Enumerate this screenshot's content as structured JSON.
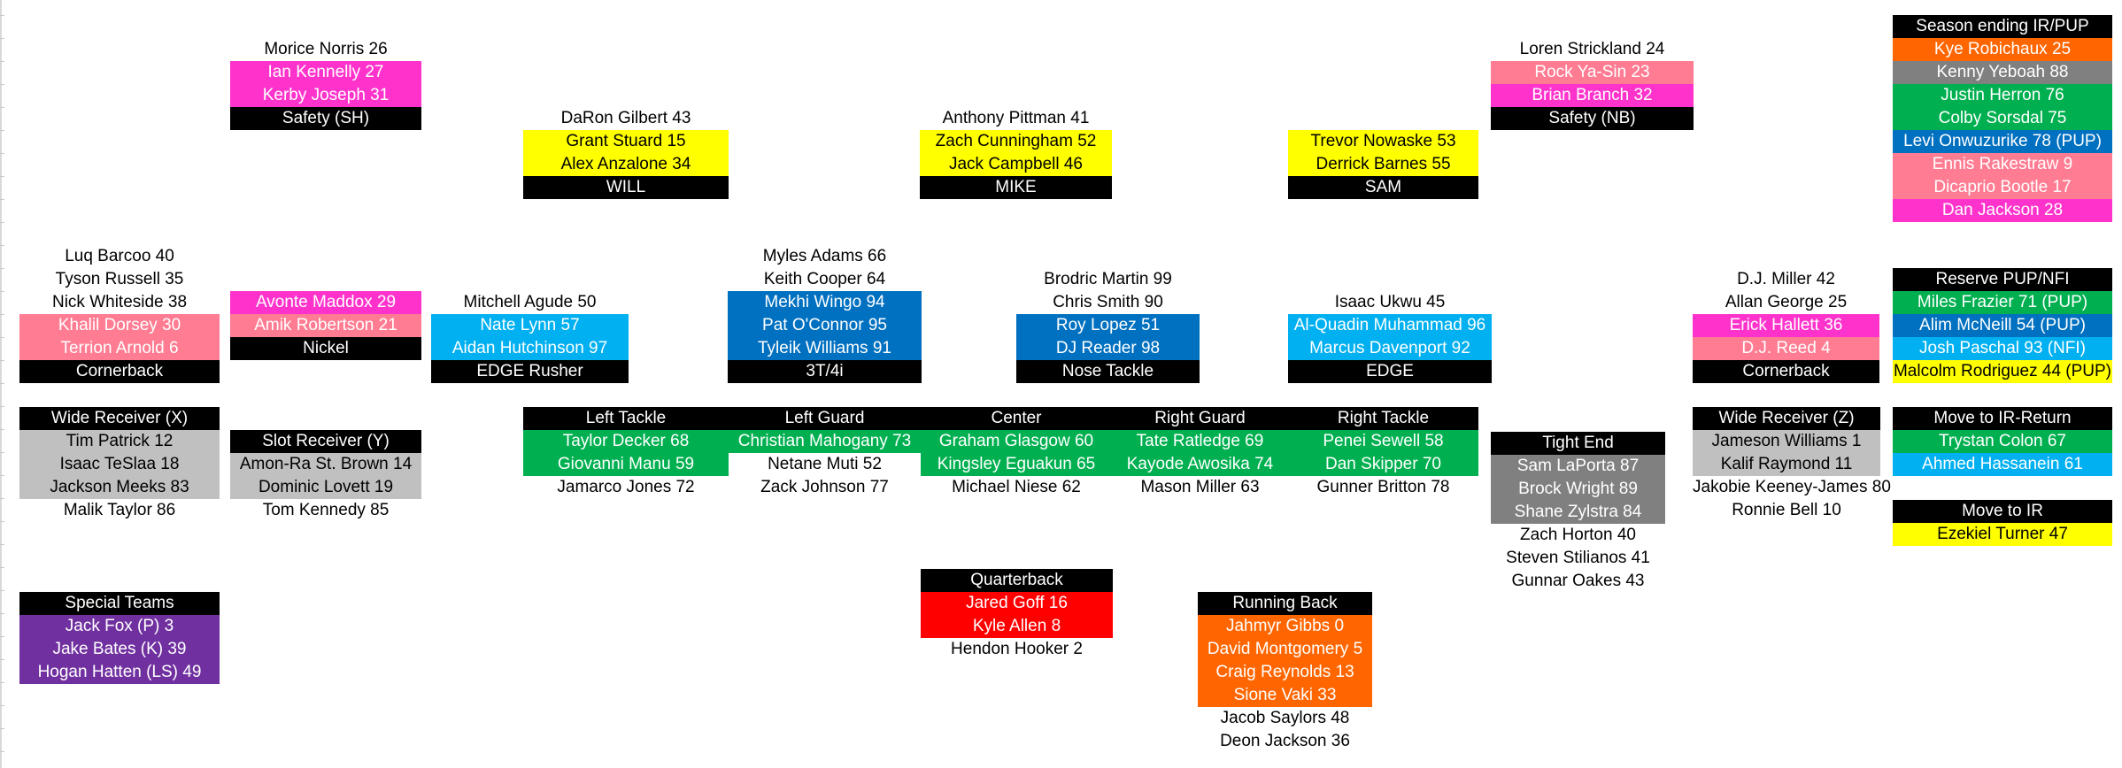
{
  "colors": {
    "black": "#000000",
    "pink": "#ff33cc",
    "salmon": "#ff7c92",
    "yellow": "#ffff00",
    "green": "#00b050",
    "blue": "#00b0f0",
    "darkblue": "#0070c0",
    "gray": "#c0c0c0",
    "darkgray": "#808080",
    "purple": "#7030a0",
    "orange": "#ff6600",
    "red": "#ff0000"
  },
  "groups": [
    {
      "id": "safety-sh",
      "rows": [
        {
          "text": "Morice Norris 26",
          "style": "plain"
        },
        {
          "text": "Ian Kennelly 27",
          "style": "pink"
        },
        {
          "text": "Kerby Joseph 31",
          "style": "pink"
        },
        {
          "text": "Safety (SH)",
          "style": "header"
        }
      ]
    },
    {
      "id": "will",
      "rows": [
        {
          "text": "DaRon Gilbert 43",
          "style": "plain"
        },
        {
          "text": "Grant Stuard 15",
          "style": "yellow"
        },
        {
          "text": "Alex Anzalone 34",
          "style": "yellow"
        },
        {
          "text": "WILL",
          "style": "header"
        }
      ]
    },
    {
      "id": "mike",
      "rows": [
        {
          "text": "Anthony Pittman 41",
          "style": "plain"
        },
        {
          "text": "Zach Cunningham 52",
          "style": "yellow"
        },
        {
          "text": "Jack Campbell 46",
          "style": "yellow"
        },
        {
          "text": "MIKE",
          "style": "header"
        }
      ]
    },
    {
      "id": "sam",
      "rows": [
        {
          "text": "Trevor Nowaske 53",
          "style": "yellow"
        },
        {
          "text": "Derrick Barnes 55",
          "style": "yellow"
        },
        {
          "text": "SAM",
          "style": "header"
        }
      ]
    },
    {
      "id": "safety-nb",
      "rows": [
        {
          "text": "Loren Strickland 24",
          "style": "plain"
        },
        {
          "text": "Rock Ya-Sin 23",
          "style": "salmon"
        },
        {
          "text": "Brian Branch 32",
          "style": "pink"
        },
        {
          "text": "Safety (NB)",
          "style": "header"
        }
      ]
    },
    {
      "id": "season-ending-ir",
      "rows": [
        {
          "text": "Season ending IR/PUP",
          "style": "header"
        },
        {
          "text": "Kye Robichaux 25",
          "style": "orange"
        },
        {
          "text": "Kenny Yeboah 88",
          "style": "darkgray"
        },
        {
          "text": "Justin Herron 76",
          "style": "green"
        },
        {
          "text": "Colby Sorsdal 75",
          "style": "green"
        },
        {
          "text": "Levi Onwuzurike 78 (PUP)",
          "style": "darkblue"
        },
        {
          "text": "Ennis Rakestraw 9",
          "style": "salmon"
        },
        {
          "text": "Dicaprio Bootle 17",
          "style": "salmon"
        },
        {
          "text": "Dan Jackson 28",
          "style": "pink"
        }
      ]
    },
    {
      "id": "cornerback-left",
      "rows": [
        {
          "text": "Luq Barcoo 40",
          "style": "plain"
        },
        {
          "text": "Tyson Russell 35",
          "style": "plain"
        },
        {
          "text": "Nick Whiteside 38",
          "style": "plain"
        },
        {
          "text": "Khalil Dorsey 30",
          "style": "salmon"
        },
        {
          "text": "Terrion Arnold 6",
          "style": "salmon"
        },
        {
          "text": "Cornerback",
          "style": "header"
        }
      ]
    },
    {
      "id": "nickel",
      "rows": [
        {
          "text": "Avonte Maddox 29",
          "style": "pink"
        },
        {
          "text": "Amik Robertson 21",
          "style": "salmon"
        },
        {
          "text": "Nickel",
          "style": "header"
        }
      ]
    },
    {
      "id": "edge-rusher",
      "rows": [
        {
          "text": "Mitchell Agude 50",
          "style": "plain"
        },
        {
          "text": "Nate Lynn 57",
          "style": "blue"
        },
        {
          "text": "Aidan Hutchinson 97",
          "style": "blue"
        },
        {
          "text": "EDGE Rusher",
          "style": "header"
        }
      ]
    },
    {
      "id": "three-tech",
      "rows": [
        {
          "text": "Myles Adams 66",
          "style": "plain"
        },
        {
          "text": "Keith Cooper 64",
          "style": "plain"
        },
        {
          "text": "Mekhi Wingo 94",
          "style": "darkblue"
        },
        {
          "text": "Pat O'Connor 95",
          "style": "darkblue"
        },
        {
          "text": "Tyleik Williams 91",
          "style": "darkblue"
        },
        {
          "text": "3T/4i",
          "style": "header"
        }
      ]
    },
    {
      "id": "nose-tackle",
      "rows": [
        {
          "text": "Brodric Martin 99",
          "style": "plain"
        },
        {
          "text": "Chris Smith 90",
          "style": "plain"
        },
        {
          "text": "Roy Lopez 51",
          "style": "darkblue"
        },
        {
          "text": "DJ Reader 98",
          "style": "darkblue"
        },
        {
          "text": "Nose Tackle",
          "style": "header"
        }
      ]
    },
    {
      "id": "edge",
      "rows": [
        {
          "text": "Isaac Ukwu 45",
          "style": "plain"
        },
        {
          "text": "Al-Quadin Muhammad 96",
          "style": "blue"
        },
        {
          "text": "Marcus Davenport 92",
          "style": "blue"
        },
        {
          "text": "EDGE",
          "style": "header"
        }
      ]
    },
    {
      "id": "cornerback-right",
      "rows": [
        {
          "text": "D.J. Miller 42",
          "style": "plain"
        },
        {
          "text": "Allan George 25",
          "style": "plain"
        },
        {
          "text": "Erick Hallett 36",
          "style": "pink"
        },
        {
          "text": "D.J. Reed 4",
          "style": "salmon"
        },
        {
          "text": "Cornerback",
          "style": "header"
        }
      ]
    },
    {
      "id": "reserve-pup-nfi",
      "rows": [
        {
          "text": "Reserve PUP/NFI",
          "style": "header"
        },
        {
          "text": "Miles Frazier 71 (PUP)",
          "style": "green"
        },
        {
          "text": "Alim McNeill 54 (PUP)",
          "style": "darkblue"
        },
        {
          "text": "Josh Paschal 93 (NFI)",
          "style": "blue"
        },
        {
          "text": "Malcolm Rodriguez 44 (PUP)",
          "style": "yellow"
        }
      ]
    },
    {
      "id": "wide-receiver-x",
      "rows": [
        {
          "text": "Wide Receiver (X)",
          "style": "header"
        },
        {
          "text": "Tim Patrick 12",
          "style": "gray"
        },
        {
          "text": "Isaac TeSlaa 18",
          "style": "gray"
        },
        {
          "text": "Jackson Meeks 83",
          "style": "gray"
        },
        {
          "text": "Malik Taylor 86",
          "style": "plain"
        }
      ]
    },
    {
      "id": "slot-receiver-y",
      "rows": [
        {
          "text": "Slot Receiver (Y)",
          "style": "header"
        },
        {
          "text": "Amon-Ra St. Brown 14",
          "style": "gray"
        },
        {
          "text": "Dominic Lovett 19",
          "style": "gray"
        },
        {
          "text": "Tom Kennedy 85",
          "style": "plain"
        }
      ]
    },
    {
      "id": "left-tackle",
      "rows": [
        {
          "text": "Left Tackle",
          "style": "header"
        },
        {
          "text": "Taylor Decker 68",
          "style": "green"
        },
        {
          "text": "Giovanni Manu 59",
          "style": "green"
        },
        {
          "text": "Jamarco Jones 72",
          "style": "plain"
        }
      ]
    },
    {
      "id": "left-guard",
      "rows": [
        {
          "text": "Left Guard",
          "style": "header"
        },
        {
          "text": "Christian Mahogany 73",
          "style": "green"
        },
        {
          "text": "Netane Muti 52",
          "style": "plain"
        },
        {
          "text": "Zack Johnson 77",
          "style": "plain"
        }
      ]
    },
    {
      "id": "center",
      "rows": [
        {
          "text": "Center",
          "style": "header"
        },
        {
          "text": "Graham Glasgow 60",
          "style": "green"
        },
        {
          "text": "Kingsley Eguakun 65",
          "style": "green"
        },
        {
          "text": "Michael Niese 62",
          "style": "plain"
        }
      ]
    },
    {
      "id": "right-guard",
      "rows": [
        {
          "text": "Right Guard",
          "style": "header"
        },
        {
          "text": "Tate Ratledge 69",
          "style": "green"
        },
        {
          "text": "Kayode Awosika 74",
          "style": "green"
        },
        {
          "text": "Mason Miller 63",
          "style": "plain"
        }
      ]
    },
    {
      "id": "right-tackle",
      "rows": [
        {
          "text": "Right Tackle",
          "style": "header"
        },
        {
          "text": "Penei Sewell 58",
          "style": "green"
        },
        {
          "text": "Dan Skipper 70",
          "style": "green"
        },
        {
          "text": "Gunner Britton 78",
          "style": "plain"
        }
      ]
    },
    {
      "id": "tight-end",
      "rows": [
        {
          "text": "Tight End",
          "style": "header"
        },
        {
          "text": "Sam LaPorta 87",
          "style": "darkgray"
        },
        {
          "text": "Brock Wright 89",
          "style": "darkgray"
        },
        {
          "text": "Shane Zylstra 84",
          "style": "darkgray"
        },
        {
          "text": "Zach Horton 40",
          "style": "plain"
        },
        {
          "text": "Steven Stilianos 41",
          "style": "plain"
        },
        {
          "text": "Gunnar Oakes 43",
          "style": "plain"
        }
      ]
    },
    {
      "id": "wide-receiver-z",
      "rows": [
        {
          "text": "Wide Receiver (Z)",
          "style": "header"
        },
        {
          "text": "Jameson Williams 1",
          "style": "gray"
        },
        {
          "text": "Kalif Raymond 11",
          "style": "gray"
        },
        {
          "text": "Jakobie Keeney-James 80",
          "style": "plain"
        },
        {
          "text": "Ronnie Bell 10",
          "style": "plain"
        }
      ]
    },
    {
      "id": "move-to-ir-return",
      "rows": [
        {
          "text": "Move to IR-Return",
          "style": "header"
        },
        {
          "text": "Trystan Colon 67",
          "style": "green"
        },
        {
          "text": "Ahmed Hassanein 61",
          "style": "blue"
        }
      ]
    },
    {
      "id": "move-to-ir",
      "rows": [
        {
          "text": "Move to IR",
          "style": "header"
        },
        {
          "text": "Ezekiel Turner 47",
          "style": "yellow"
        }
      ]
    },
    {
      "id": "special-teams",
      "rows": [
        {
          "text": "Special Teams",
          "style": "header"
        },
        {
          "text": "Jack Fox (P) 3",
          "style": "purple"
        },
        {
          "text": "Jake Bates (K) 39",
          "style": "purple"
        },
        {
          "text": "Hogan Hatten (LS) 49",
          "style": "purple"
        }
      ]
    },
    {
      "id": "quarterback",
      "rows": [
        {
          "text": "Quarterback",
          "style": "header"
        },
        {
          "text": "Jared Goff 16",
          "style": "red"
        },
        {
          "text": "Kyle Allen 8",
          "style": "red"
        },
        {
          "text": "Hendon Hooker 2",
          "style": "plain"
        }
      ]
    },
    {
      "id": "running-back",
      "rows": [
        {
          "text": "Running Back",
          "style": "header"
        },
        {
          "text": "Jahmyr Gibbs 0",
          "style": "orange"
        },
        {
          "text": "David Montgomery 5",
          "style": "orange"
        },
        {
          "text": "Craig Reynolds 13",
          "style": "orange"
        },
        {
          "text": "Sione Vaki 33",
          "style": "orange"
        },
        {
          "text": "Jacob Saylors 48",
          "style": "plain"
        },
        {
          "text": "Deon Jackson 36",
          "style": "plain"
        }
      ]
    }
  ]
}
